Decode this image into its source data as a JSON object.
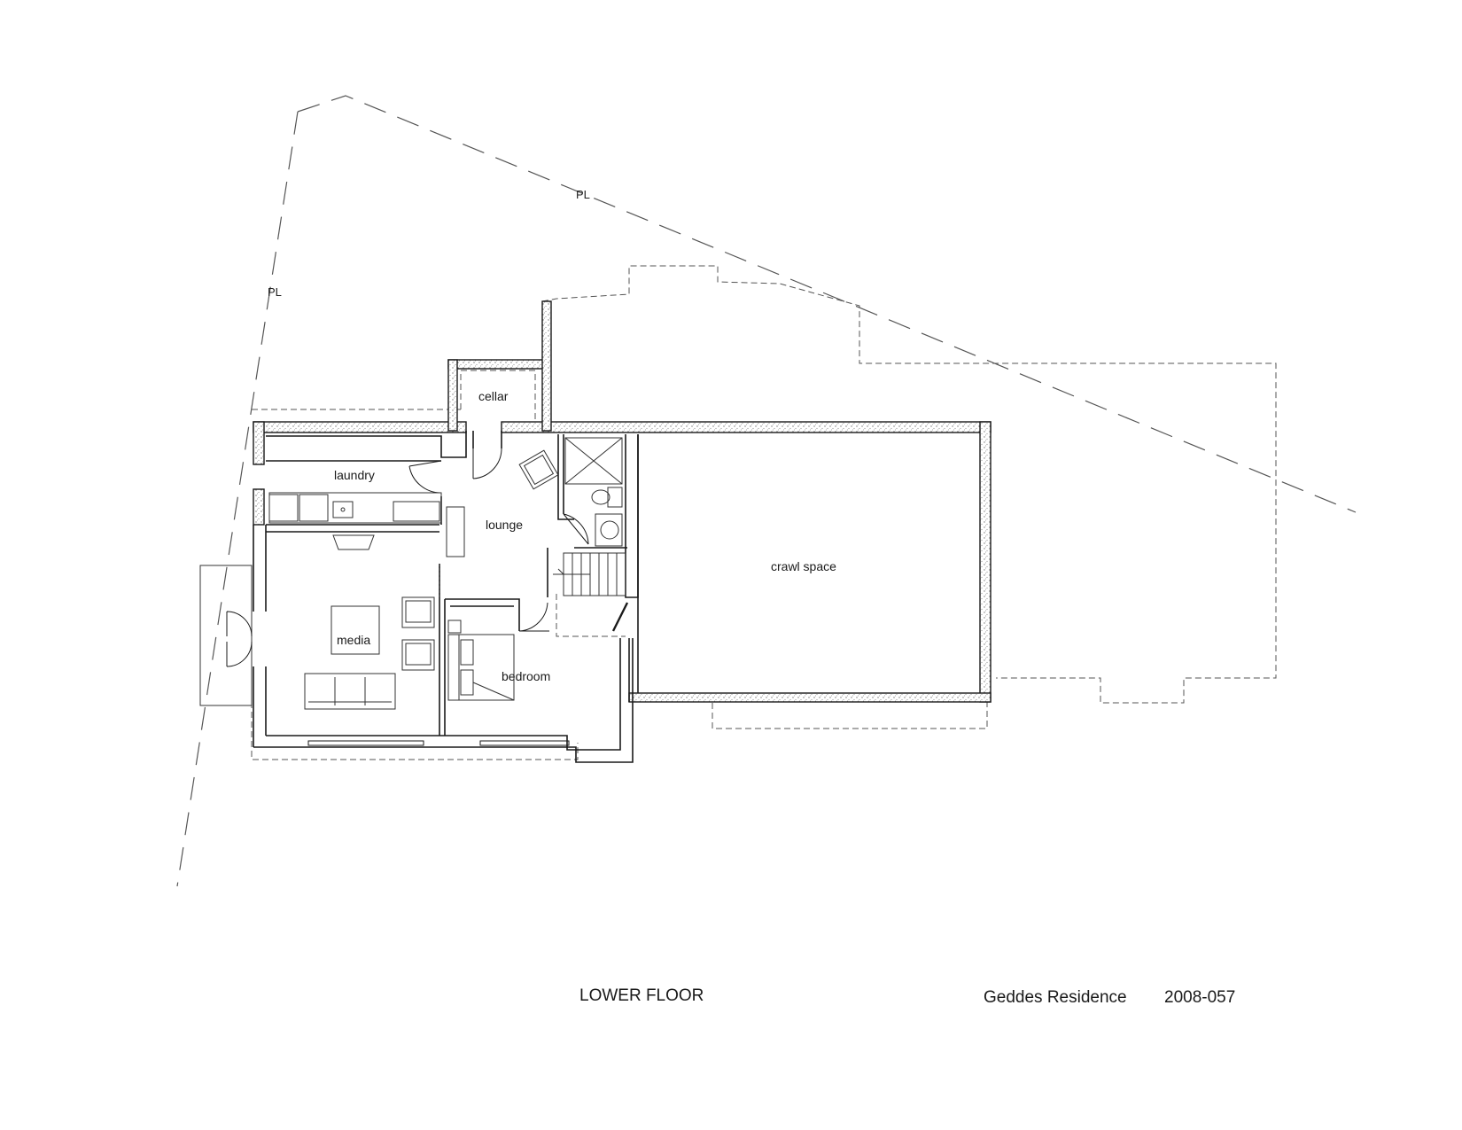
{
  "drawing": {
    "title": "LOWER FLOOR",
    "project_name": "Geddes Residence",
    "project_number": "2008-057"
  },
  "property_line_marks": [
    "PL",
    "PL"
  ],
  "rooms": {
    "cellar": "cellar",
    "laundry": "laundry",
    "lounge": "lounge",
    "media": "media",
    "bedroom": "bedroom",
    "crawl_space": "crawl space"
  },
  "colors": {
    "ink": "#1a1a1a",
    "dashed": "#555555",
    "wall_hatch": "#8a8a8a"
  }
}
